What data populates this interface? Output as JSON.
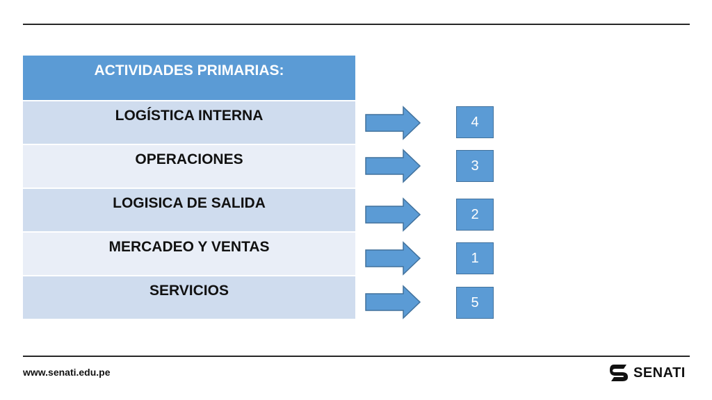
{
  "table": {
    "header": "ACTIVIDADES PRIMARIAS:",
    "rows": [
      {
        "label": "LOGÍSTICA INTERNA",
        "number": "4"
      },
      {
        "label": "OPERACIONES",
        "number": "3"
      },
      {
        "label": "LOGISICA DE SALIDA",
        "number": "2"
      },
      {
        "label": "MERCADEO Y VENTAS",
        "number": "1"
      },
      {
        "label": "SERVICIOS",
        "number": "5"
      }
    ]
  },
  "footer": {
    "url": "www.senati.edu.pe",
    "brand": "SENATI"
  },
  "colors": {
    "accent": "#5b9bd5",
    "row_dark": "#cfdcee",
    "row_light": "#e9eef7",
    "border": "#41719c"
  },
  "icons": {
    "arrow": "right-arrow-icon",
    "logo": "senati-logo-icon"
  }
}
